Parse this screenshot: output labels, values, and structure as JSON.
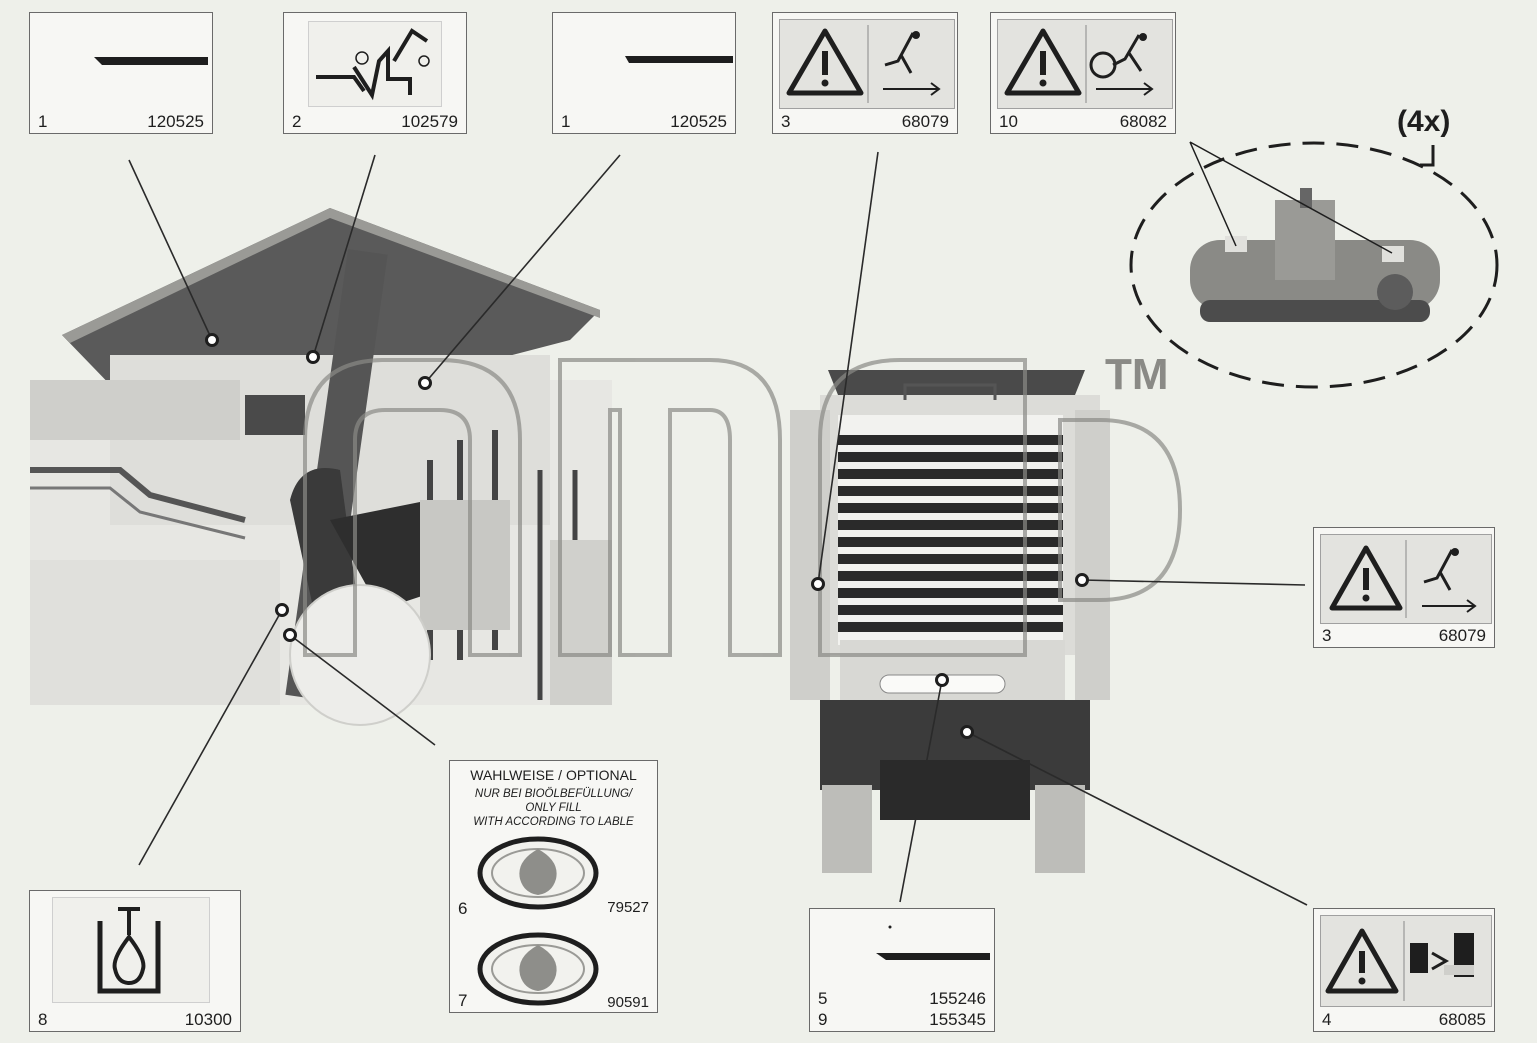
{
  "labels": [
    {
      "num": "1",
      "part": "120525"
    },
    {
      "num": "2",
      "part": "102579"
    },
    {
      "num": "1",
      "part": "120525"
    },
    {
      "num": "3",
      "part": "68079"
    },
    {
      "num": "10",
      "part": "68082"
    },
    {
      "num": "3",
      "part": "68079"
    },
    {
      "num": "8",
      "part": "10300"
    },
    {
      "num": "5",
      "part": "155246"
    },
    {
      "num": "9",
      "part": "155345"
    },
    {
      "num": "4",
      "part": "68085"
    }
  ],
  "optional": {
    "title": "WAHLWEISE / OPTIONAL",
    "line1": "NUR BEI BIOÖLBEFÜLLUNG/",
    "line2": "ONLY FILL",
    "line3": "WITH ACCORDING TO LABLE",
    "items": [
      {
        "num": "6",
        "part": "79527"
      },
      {
        "num": "7",
        "part": "90591"
      }
    ]
  },
  "multiplier": "(4x)",
  "watermark_tm": "TM",
  "colors": {
    "outline": "#6a6a6a",
    "line": "#2a2a2a",
    "machine": "#d9d9d4",
    "dark": "#3a3a3a"
  }
}
